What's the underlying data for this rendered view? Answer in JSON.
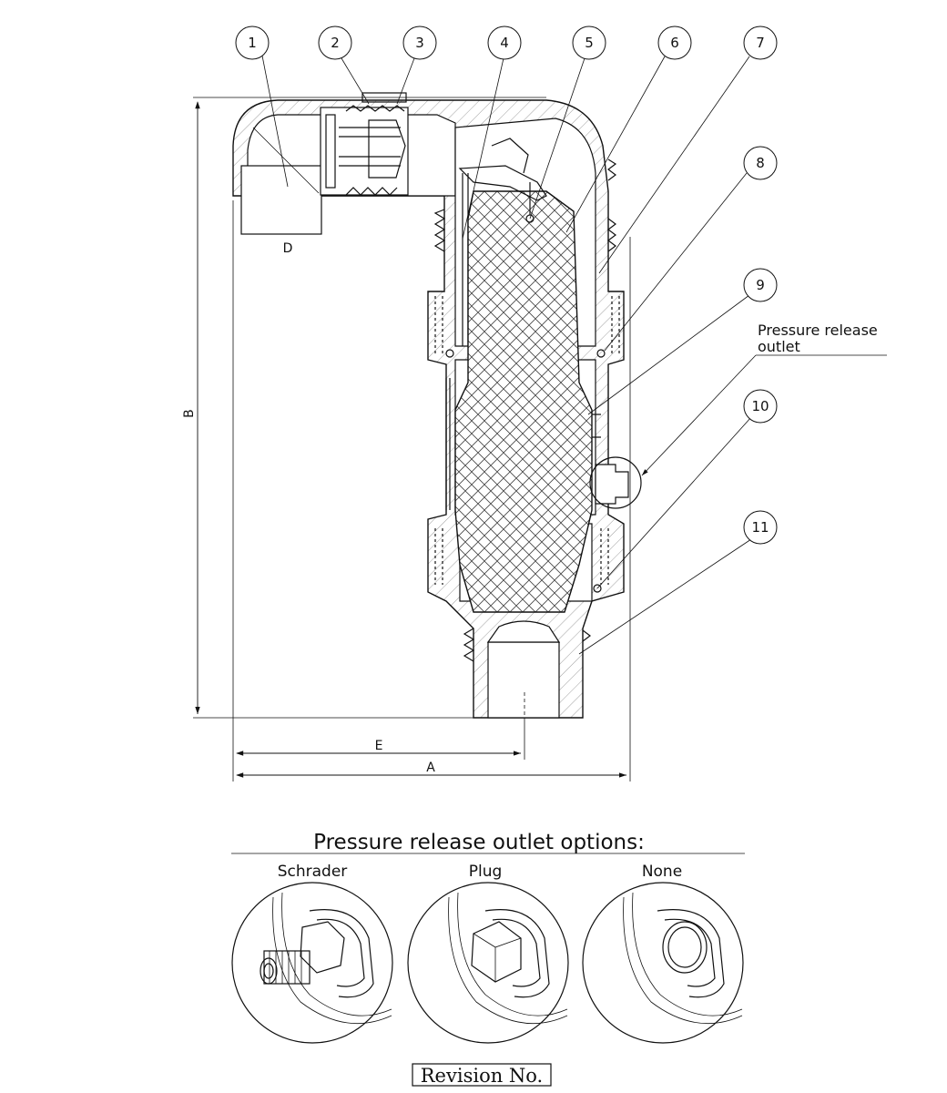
{
  "balloons": [
    "1",
    "2",
    "3",
    "4",
    "5",
    "6",
    "7",
    "8",
    "9",
    "10",
    "11"
  ],
  "dimensions": {
    "a": "A",
    "b": "B",
    "d": "D",
    "e": "E"
  },
  "callout": {
    "line1": "Pressure release",
    "line2": "outlet"
  },
  "options": {
    "title": "Pressure release outlet options:",
    "items": [
      "Schrader",
      "Plug",
      "None"
    ]
  },
  "revision": "Revision No."
}
